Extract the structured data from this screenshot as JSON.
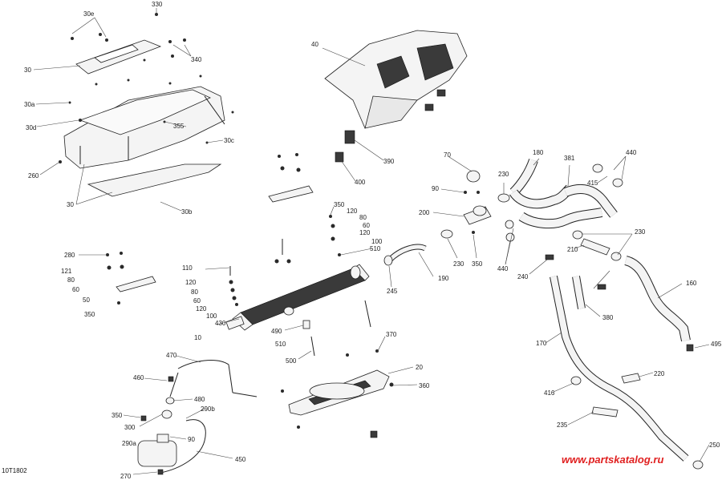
{
  "diagram": {
    "code": "10T1802",
    "watermark": "www.partskatalog.ru",
    "labels": {
      "l30e": "30e",
      "l330": "330",
      "l340": "340",
      "l30": "30",
      "l30a": "30a",
      "l30d": "30d",
      "l355": "355",
      "l30c": "30c",
      "l260": "260",
      "l30b": "30b",
      "l30_2": "30",
      "l40": "40",
      "l390": "390",
      "l400": "400",
      "l350a": "350",
      "l120a": "120",
      "l80a": "80",
      "l60a": "60",
      "l120b": "120",
      "l100a": "100",
      "l510a": "510",
      "l280": "280",
      "l121": "121",
      "l80b": "80",
      "l60b": "60",
      "l50": "50",
      "l350b": "350",
      "l110": "110",
      "l120c": "120",
      "l80c": "80",
      "l60c": "60",
      "l120d": "120",
      "l100b": "100",
      "l430": "430",
      "l10": "10",
      "l490": "490",
      "l510b": "510",
      "l500": "500",
      "l370": "370",
      "l20": "20",
      "l360": "360",
      "l470": "470",
      "l460": "460",
      "l480": "480",
      "l290b": "290b",
      "l350c": "350",
      "l300": "300",
      "l90a": "90",
      "l290a": "290a",
      "l450": "450",
      "l270": "270",
      "l70": "70",
      "l90b": "90",
      "l200": "200",
      "l230a": "230",
      "l230b": "230",
      "l350d": "350",
      "l245": "245",
      "l190": "190",
      "l180": "180",
      "l381": "381",
      "l440a": "440",
      "l415": "415",
      "l440b": "440",
      "l230c": "230",
      "l210": "210",
      "l240": "240",
      "l380": "380",
      "l160": "160",
      "l170": "170",
      "l495": "495",
      "l220": "220",
      "l416": "416",
      "l235": "235",
      "l250": "250"
    }
  }
}
